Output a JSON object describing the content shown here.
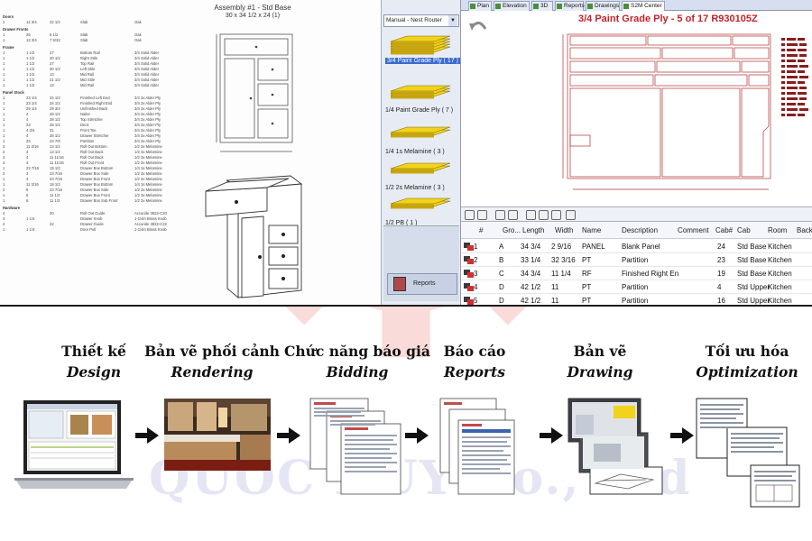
{
  "cutlist": {
    "assembly_title": "Assembly #1 - Std Base",
    "assembly_size": "30 x 34 1/2 x 24 (1)",
    "rows": [
      {
        "head": "Doors"
      },
      {
        "c": [
          "1",
          "12 3/4",
          "22 1/2",
          "Slab",
          "Oak"
        ]
      },
      {
        "head": "Drawer Fronts"
      },
      {
        "c": [
          "1",
          "25",
          "6 1/2",
          "Slab",
          "Oak"
        ]
      },
      {
        "c": [
          "1",
          "12 3/4",
          "7 5/32",
          "Slab",
          "Oak"
        ]
      },
      {
        "head": "Frame"
      },
      {
        "c": [
          "1",
          "1 1/2",
          "27",
          "Bottom Rail",
          "3/4 Solid Alder"
        ]
      },
      {
        "c": [
          "1",
          "1 1/2",
          "30 1/2",
          "Right Stile",
          "3/4 Solid Alder"
        ]
      },
      {
        "c": [
          "1",
          "1 1/2",
          "27",
          "Top Rail",
          "3/4 Solid Alder"
        ]
      },
      {
        "c": [
          "1",
          "1 1/2",
          "30 1/2",
          "Left Stile",
          "3/4 Solid Alder"
        ]
      },
      {
        "c": [
          "1",
          "1 1/2",
          "13",
          "Mid Rail",
          "3/4 Solid Alder"
        ]
      },
      {
        "c": [
          "1",
          "1 1/2",
          "21 1/2",
          "Mid Stile",
          "3/4 Solid Alder"
        ]
      },
      {
        "c": [
          "1",
          "1 1/2",
          "13",
          "Mid Rail",
          "3/4 Solid Alder"
        ]
      },
      {
        "head": "Panel Stock"
      },
      {
        "c": [
          "1",
          "23 1/4",
          "34 1/2",
          "Finished Left End",
          "3/4 3x Alder Ply"
        ]
      },
      {
        "c": [
          "1",
          "23 1/4",
          "34 1/2",
          "Finished Right End",
          "3/4 3x Alder Ply"
        ]
      },
      {
        "c": [
          "1",
          "29 1/4",
          "29 3/4",
          "Unfinished Back",
          "3/4 3x Alder Ply"
        ]
      },
      {
        "c": [
          "1",
          "4",
          "28 1/2",
          "Nailer",
          "3/4 3x Alder Ply"
        ]
      },
      {
        "c": [
          "1",
          "4",
          "28 1/2",
          "Top Stretcher",
          "3/4 3x Alder Ply"
        ]
      },
      {
        "c": [
          "1",
          "23",
          "28 1/2",
          "Deck",
          "3/4 3x Alder Ply"
        ]
      },
      {
        "c": [
          "1",
          "4 3/4",
          "31",
          "Front Toe",
          "3/4 3x Alder Ply"
        ]
      },
      {
        "c": [
          "1",
          "4",
          "28 1/2",
          "Drawer Stretcher",
          "3/4 3x Alder Ply"
        ]
      },
      {
        "c": [
          "1",
          "23",
          "23 7/8",
          "Partition",
          "3/4 3x Alder Ply"
        ]
      },
      {
        "c": [
          "2",
          "11 3/16",
          "13 1/2",
          "Roll Out Bottom",
          "1/2 3x Melamine"
        ]
      },
      {
        "c": [
          "2",
          "4",
          "13 1/2",
          "Roll Out Back",
          "1/2 3x Melamine"
        ]
      },
      {
        "c": [
          "4",
          "4",
          "11 11/16",
          "Roll Out Back",
          "1/2 3x Melamine"
        ]
      },
      {
        "c": [
          "4",
          "4",
          "11 11/16",
          "Roll Out Front",
          "1/2 3x Melamine"
        ]
      },
      {
        "c": [
          "1",
          "23 7/16",
          "19 1/2",
          "Drawer Box Bottom",
          "1/4 1s Melamine"
        ]
      },
      {
        "c": [
          "2",
          "3",
          "23 7/16",
          "Drawer Box Side",
          "1/2 3x Melamine"
        ]
      },
      {
        "c": [
          "1",
          "3",
          "23 7/16",
          "Drawer Box Front",
          "1/2 3x Melamine"
        ]
      },
      {
        "c": [
          "1",
          "11 3/16",
          "19 1/2",
          "Drawer Box Bottom",
          "1/4 1s Melamine"
        ]
      },
      {
        "c": [
          "2",
          "6",
          "23 7/16",
          "Drawer Box Side",
          "1/2 3x Melamine"
        ]
      },
      {
        "c": [
          "1",
          "6",
          "11 1/2",
          "Drawer Box Front",
          "1/2 3x Melamine"
        ]
      },
      {
        "c": [
          "1",
          "6",
          "11 1/2",
          "Drawer Box Sub Front",
          "1/2 3x Melamine"
        ]
      },
      {
        "head": "Hardware"
      },
      {
        "c": [
          "4",
          "",
          "20",
          "Roll Out Guide",
          "Accuride 3832-C20"
        ]
      },
      {
        "c": [
          "4",
          "1 1/4",
          "",
          "Drawer Knob",
          "1-1/4in Brass Knob"
        ]
      },
      {
        "c": [
          "4",
          "",
          "22",
          "Drawer Guide",
          "Accuride 3832-C22"
        ]
      },
      {
        "c": [
          "1",
          "1 1/4",
          "",
          "Door Pull",
          "1-1/4in Brass Knob"
        ]
      }
    ]
  },
  "nest": {
    "dropdown": "Manual - Nest Router",
    "materials": [
      {
        "label": "3/4 Paint Grade Ply  ( 17 )",
        "color": "#f2d21a"
      },
      {
        "label": "1/4 Paint Grade Ply  ( 7 )",
        "color": "#f2d21a"
      },
      {
        "label": "1/4 1s Melamine  ( 3 )",
        "color": "#f2d21a"
      },
      {
        "label": "1/2 2s Melamine  ( 3 )",
        "color": "#f2d21a"
      },
      {
        "label": "1/2 PB  ( 1 )",
        "color": "#f2d21a"
      }
    ],
    "reports_button": "Reports"
  },
  "layout": {
    "tabs": [
      "Plan",
      "Elevation",
      "3D",
      "Reports",
      "Drawings",
      "S2M Center"
    ],
    "active_tab": "S2M Center",
    "sheet_title": "3/4 Paint Grade Ply - 5 of 17 R930105Z",
    "columns": [
      "#",
      "Gro...",
      "Length",
      "Width",
      "Name",
      "Description",
      "Comment",
      "Cab#",
      "Cab",
      "Room",
      "Back"
    ],
    "rows": [
      [
        "1",
        "A",
        "34 3/4",
        "2 9/16",
        "PANEL",
        "Blank Panel",
        "",
        "24",
        "Std Base",
        "Kitchen"
      ],
      [
        "2",
        "B",
        "33 1/4",
        "32 3/16",
        "PT",
        "Partition",
        "",
        "23",
        "Std Base",
        "Kitchen"
      ],
      [
        "3",
        "C",
        "34 3/4",
        "11 1/4",
        "RF",
        "Finished Right En",
        "",
        "19",
        "Std Base",
        "Kitchen"
      ],
      [
        "4",
        "D",
        "42 1/2",
        "11",
        "PT",
        "Partition",
        "",
        "4",
        "Std Upper",
        "Kitchen"
      ],
      [
        "5",
        "D",
        "42 1/2",
        "11",
        "PT",
        "Partition",
        "",
        "16",
        "Std Upper",
        "Kitchen"
      ]
    ]
  },
  "workflow": [
    {
      "title": "Thiết kế",
      "sub": "Design"
    },
    {
      "title": "Bản vẽ phối cảnh",
      "sub": "Rendering"
    },
    {
      "title": "Chức năng báo giá",
      "sub": "Bidding"
    },
    {
      "title": "Báo cáo",
      "sub": "Reports"
    },
    {
      "title": "Bản vẽ",
      "sub": "Drawing"
    },
    {
      "title": "Tối ưu hóa",
      "sub": "Optimization"
    }
  ],
  "watermark": "QUOC DUY Co., Ltd",
  "colors": {
    "accent_red": "#c0242a",
    "brand_watermark": "#e8584f",
    "material_yellow": "#f2d21a",
    "tab_bar": "#d6def0"
  }
}
